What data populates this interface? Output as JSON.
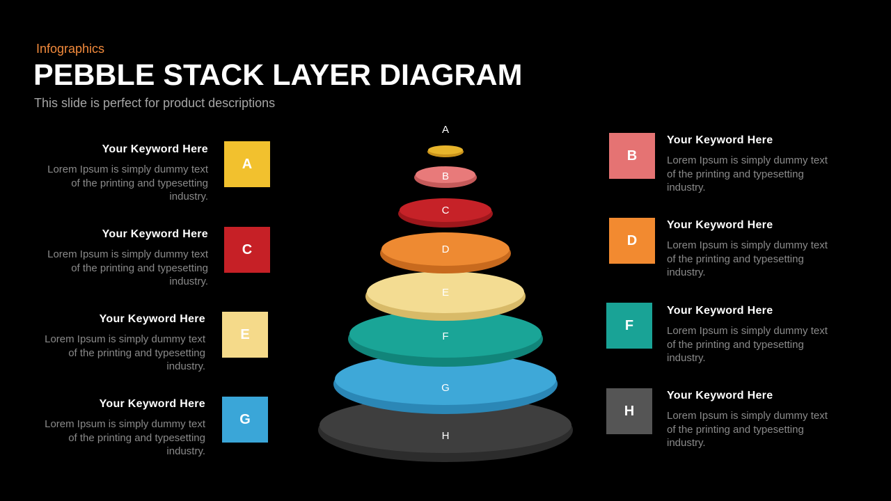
{
  "header": {
    "kicker": "Infographics",
    "title": "PEBBLE STACK LAYER DIAGRAM",
    "subtitle": "This slide is perfect for product descriptions"
  },
  "items": [
    {
      "letter": "A",
      "keyword": "Your Keyword Here",
      "desc": "Lorem Ipsum is simply dummy text of the printing and typesetting industry.",
      "color": "#f2c12e"
    },
    {
      "letter": "B",
      "keyword": "Your Keyword Here",
      "desc": "Lorem Ipsum is simply dummy text of the printing and typesetting industry.",
      "color": "#e57373"
    },
    {
      "letter": "C",
      "keyword": "Your Keyword Here",
      "desc": "Lorem Ipsum is simply dummy text of the printing and typesetting industry.",
      "color": "#c62026"
    },
    {
      "letter": "D",
      "keyword": "Your Keyword Here",
      "desc": "Lorem Ipsum is simply dummy text of the printing and typesetting industry.",
      "color": "#f28a30"
    },
    {
      "letter": "E",
      "keyword": "Your Keyword Here",
      "desc": "Lorem Ipsum is simply dummy text of the printing and typesetting industry.",
      "color": "#f5da8a"
    },
    {
      "letter": "F",
      "keyword": "Your Keyword Here",
      "desc": "Lorem Ipsum is simply dummy text of the printing and typesetting industry.",
      "color": "#19a396"
    },
    {
      "letter": "G",
      "keyword": "Your Keyword Here",
      "desc": "Lorem Ipsum is simply dummy text of the printing and typesetting industry.",
      "color": "#3aa6d8"
    },
    {
      "letter": "H",
      "keyword": "Your Keyword Here",
      "desc": "Lorem Ipsum is simply dummy text of the printing and typesetting industry.",
      "color": "#555555"
    }
  ],
  "pebbles": [
    {
      "label": "A",
      "top": "#e8b52c",
      "side": "#c9921a"
    },
    {
      "label": "B",
      "top": "#e87a7a",
      "side": "#c55a5a"
    },
    {
      "label": "C",
      "top": "#c62228",
      "side": "#9e171c"
    },
    {
      "label": "D",
      "top": "#ee8a32",
      "side": "#c86a1e"
    },
    {
      "label": "E",
      "top": "#f3dc92",
      "side": "#d8ba68"
    },
    {
      "label": "F",
      "top": "#1aa597",
      "side": "#11857a"
    },
    {
      "label": "G",
      "top": "#3ea8d8",
      "side": "#2b87b6"
    },
    {
      "label": "H",
      "top": "#3e3e3e",
      "side": "#2c2c2c"
    }
  ]
}
